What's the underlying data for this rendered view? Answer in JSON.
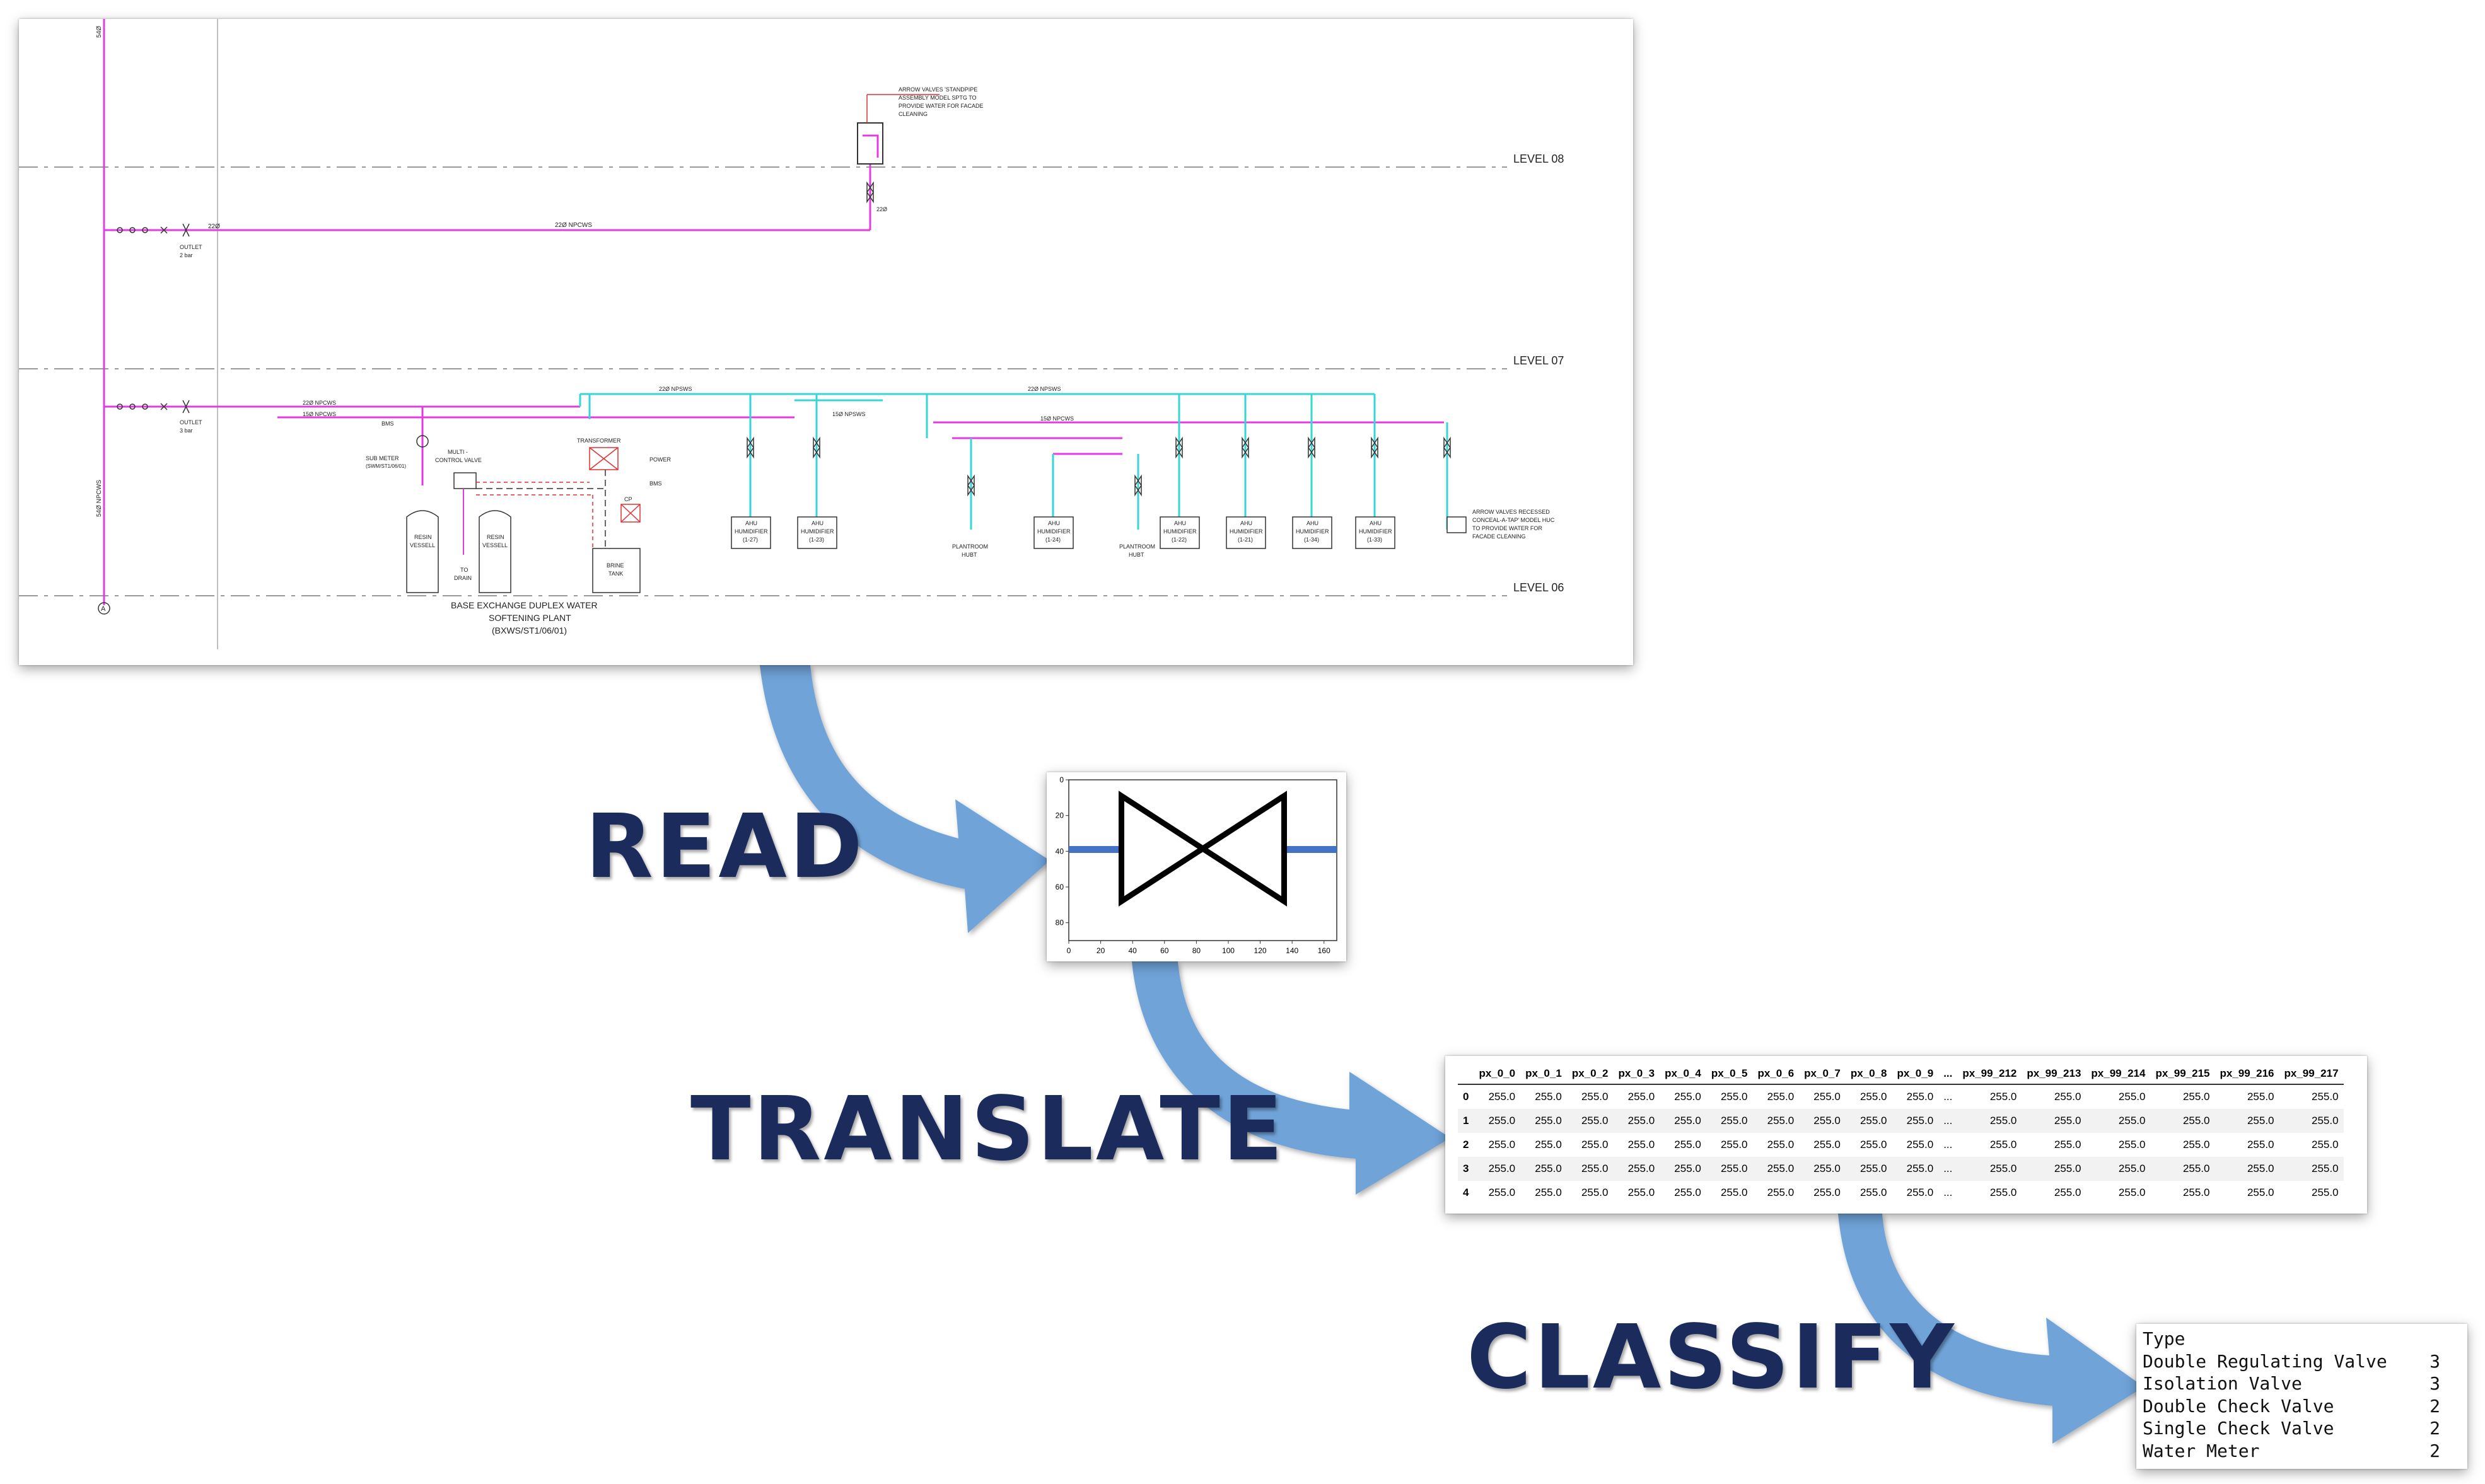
{
  "drawing": {
    "levels": [
      "LEVEL 08",
      "LEVEL 07",
      "LEVEL 06"
    ],
    "note_top": [
      "ARROW VALVES 'STANDPIPE",
      "ASSEMBLY MODEL SPTG TO",
      "PROVIDE WATER FOR FACADE",
      "CLEANING"
    ],
    "note_right": [
      "ARROW VALVES RECESSED",
      "CONCEAL-A-TAP' MODEL HUC",
      "TO PROVIDE WATER FOR",
      "FACADE CLEANING"
    ],
    "pipe_22_npcws": "22Ø NPCWS",
    "pipe_15_npcws": "15Ø NPCWS",
    "pipe_15_npsws": "15Ø NPSWS",
    "pipe_22_npsws": "22Ø NPSWS",
    "riser_label": "54Ø",
    "riser_label2": "54Ø NPCWS",
    "size_22": "22Ø",
    "size_15": "15Ø",
    "outlet": "OUTLET",
    "outlet_pressure": "3 bar",
    "outlet_pressure_top": "2 bar",
    "bms": "BMS",
    "sub_meter": "SUB METER",
    "sub_meter_ref": "(SWM/ST1/06/01)",
    "multi_control": [
      "MULTI -",
      "CONTROL VALVE"
    ],
    "transformer": "TRANSFORMER",
    "power": "POWER",
    "cp": "CP",
    "resin_vessel": [
      "RESIN",
      "VESSELL"
    ],
    "to_drain": [
      "TO",
      "DRAIN"
    ],
    "brine_tank": [
      "BRINE",
      "TANK"
    ],
    "plant_title": [
      "BASE EXCHANGE DUPLEX WATER",
      "SOFTENING PLANT",
      "(BXWS/ST1/06/01)"
    ],
    "ahu": [
      "AHU",
      "HUMIDIFIER"
    ],
    "ahu_refs": [
      "(1-27)",
      "(1-23)",
      "(1-24)",
      "(1-22)",
      "(1-21)",
      "(1-34)",
      "(1-33)"
    ],
    "plantroom_hub": [
      "PLANTROOM",
      "HUBT"
    ],
    "grid_marker": "A"
  },
  "stages": {
    "read": "READ",
    "translate": "TRANSLATE",
    "classify": "CLASSIFY"
  },
  "colors": {
    "stage_text": "#1a2b5c",
    "arrow": "#6fa3d8",
    "magenta_pipe": "#e03ce0",
    "cyan_pipe": "#35d6d6",
    "red_control": "#e03030",
    "valve_line": "#4472c4"
  },
  "chart_data": {
    "type": "image",
    "title": "",
    "x_ticks": [
      "0",
      "20",
      "40",
      "60",
      "80",
      "100",
      "120",
      "140",
      "160"
    ],
    "y_ticks": [
      "0",
      "20",
      "40",
      "60",
      "80"
    ],
    "xlim": [
      0,
      168
    ],
    "ylim": [
      0,
      90
    ],
    "valve_symbol": "bowtie",
    "line_y": 39
  },
  "table": {
    "columns": [
      "",
      "px_0_0",
      "px_0_1",
      "px_0_2",
      "px_0_3",
      "px_0_4",
      "px_0_5",
      "px_0_6",
      "px_0_7",
      "px_0_8",
      "px_0_9",
      "...",
      "px_99_212",
      "px_99_213",
      "px_99_214",
      "px_99_215",
      "px_99_216",
      "px_99_217"
    ],
    "rows": [
      [
        "0",
        "255.0",
        "255.0",
        "255.0",
        "255.0",
        "255.0",
        "255.0",
        "255.0",
        "255.0",
        "255.0",
        "255.0",
        "...",
        "255.0",
        "255.0",
        "255.0",
        "255.0",
        "255.0",
        "255.0"
      ],
      [
        "1",
        "255.0",
        "255.0",
        "255.0",
        "255.0",
        "255.0",
        "255.0",
        "255.0",
        "255.0",
        "255.0",
        "255.0",
        "...",
        "255.0",
        "255.0",
        "255.0",
        "255.0",
        "255.0",
        "255.0"
      ],
      [
        "2",
        "255.0",
        "255.0",
        "255.0",
        "255.0",
        "255.0",
        "255.0",
        "255.0",
        "255.0",
        "255.0",
        "255.0",
        "...",
        "255.0",
        "255.0",
        "255.0",
        "255.0",
        "255.0",
        "255.0"
      ],
      [
        "3",
        "255.0",
        "255.0",
        "255.0",
        "255.0",
        "255.0",
        "255.0",
        "255.0",
        "255.0",
        "255.0",
        "255.0",
        "...",
        "255.0",
        "255.0",
        "255.0",
        "255.0",
        "255.0",
        "255.0"
      ],
      [
        "4",
        "255.0",
        "255.0",
        "255.0",
        "255.0",
        "255.0",
        "255.0",
        "255.0",
        "255.0",
        "255.0",
        "255.0",
        "...",
        "255.0",
        "255.0",
        "255.0",
        "255.0",
        "255.0",
        "255.0"
      ]
    ]
  },
  "classification": {
    "header": "Type",
    "items": [
      {
        "label": "Double Regulating Valve",
        "count": "3"
      },
      {
        "label": "Isolation Valve",
        "count": "3"
      },
      {
        "label": "Double Check Valve",
        "count": "2"
      },
      {
        "label": "Single Check Valve",
        "count": "2"
      },
      {
        "label": "Water Meter",
        "count": "2"
      }
    ]
  }
}
